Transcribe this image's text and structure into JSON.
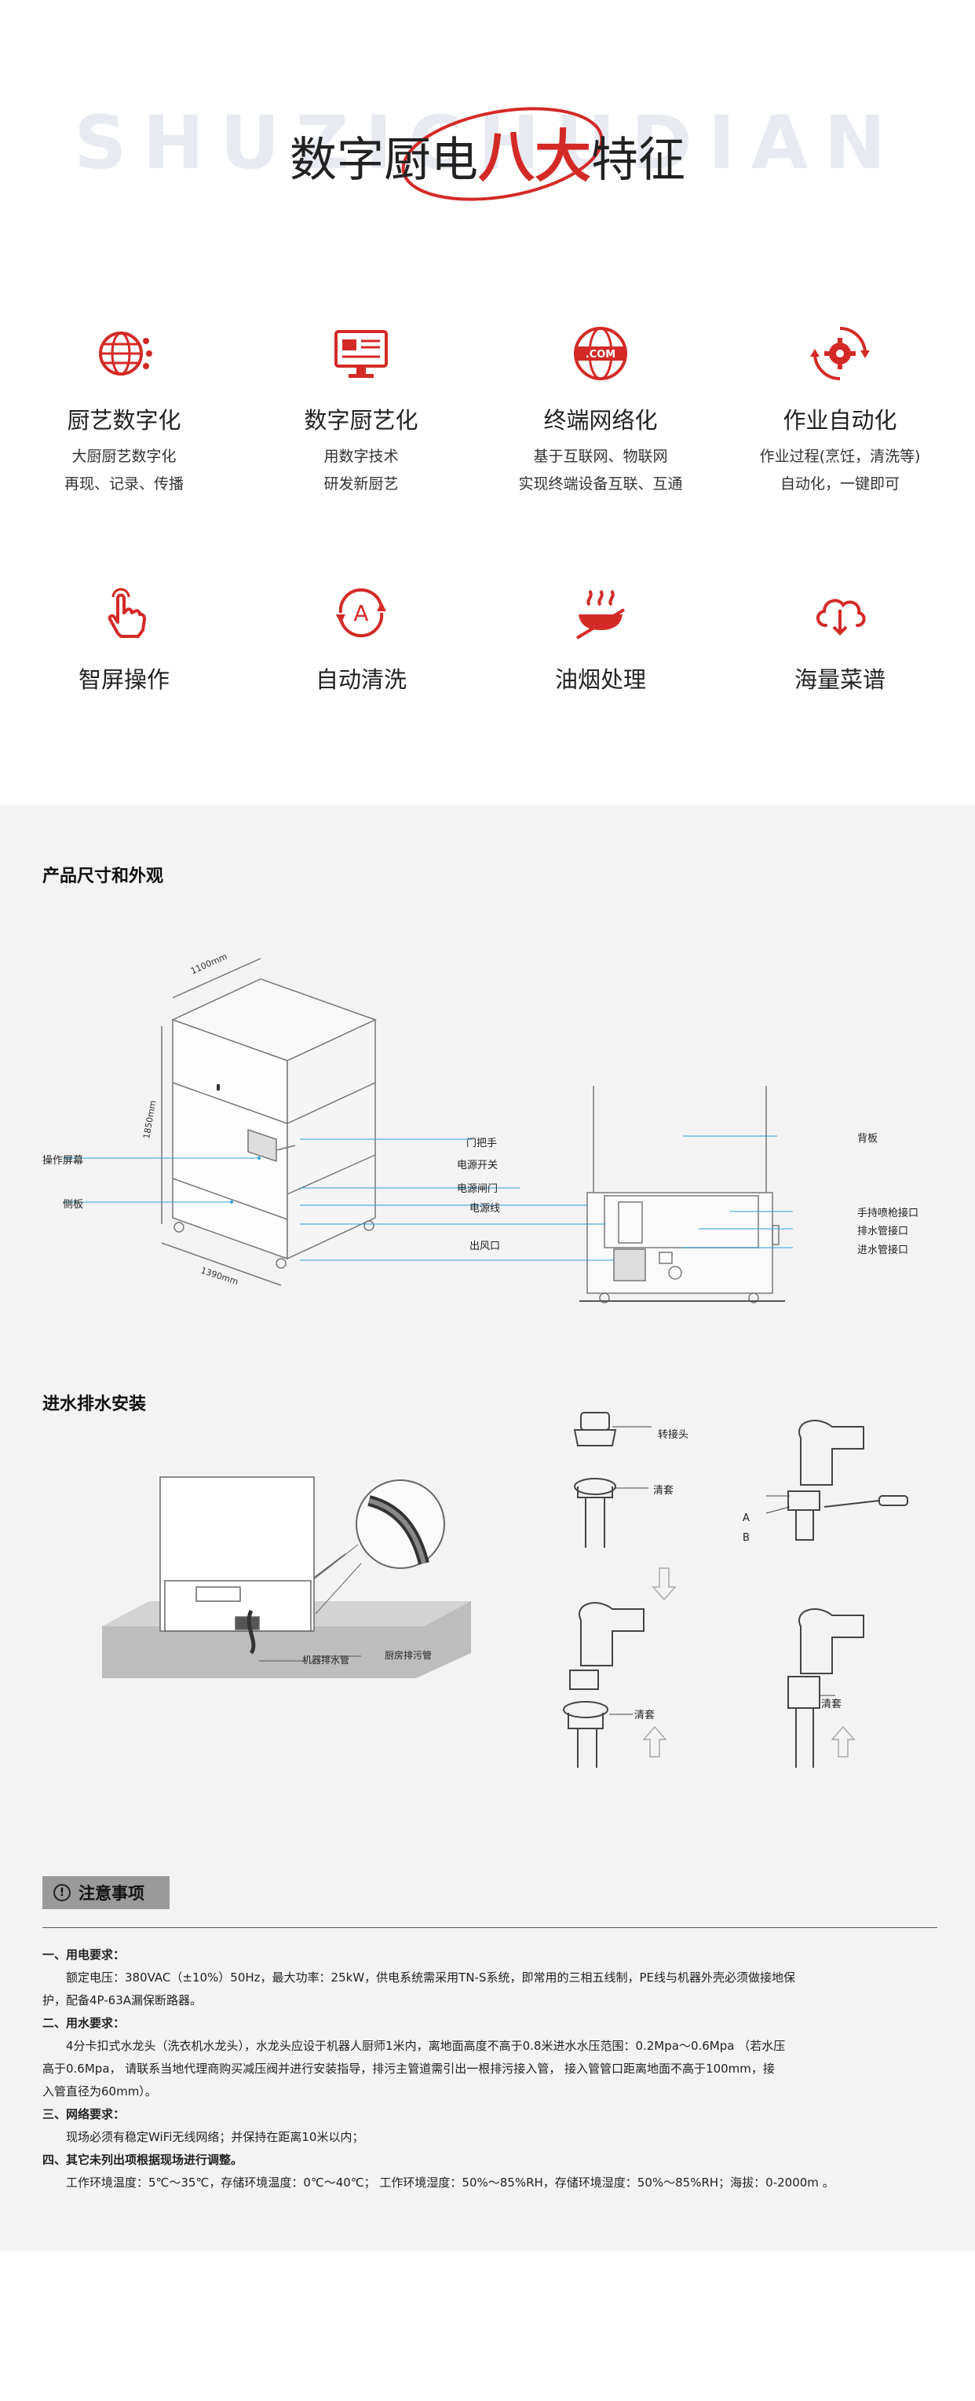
{
  "hero": {
    "bg_text": "SHUZICHUDIAN",
    "title_pre": "数字厨电",
    "title_accent": "八大",
    "title_post": "特征"
  },
  "features": [
    {
      "title": "厨艺数字化",
      "desc1": "大厨厨艺数字化",
      "desc2": "再现、记录、传播",
      "icon": "globe-network-icon"
    },
    {
      "title": "数字厨艺化",
      "desc1": "用数字技术",
      "desc2": "研发新厨艺",
      "icon": "monitor-data-icon"
    },
    {
      "title": "终端网络化",
      "desc1": "基于互联网、物联网",
      "desc2": "实现终端设备互联、互通",
      "icon": "dotcom-globe-icon"
    },
    {
      "title": "作业自动化",
      "desc1": "作业过程(烹饪，清洗等)",
      "desc2": "自动化，一键即可",
      "icon": "gear-cycle-icon"
    },
    {
      "title": "智屏操作",
      "desc1": "",
      "desc2": "",
      "icon": "touch-hand-icon"
    },
    {
      "title": "自动清洗",
      "desc1": "",
      "desc2": "",
      "icon": "auto-clean-icon"
    },
    {
      "title": "油烟处理",
      "desc1": "",
      "desc2": "",
      "icon": "fume-pan-icon"
    },
    {
      "title": "海量菜谱",
      "desc1": "",
      "desc2": "",
      "icon": "cloud-download-icon"
    }
  ],
  "dimensions": {
    "section_title": "产品尺寸和外观",
    "dim_width": "1100mm",
    "dim_height": "1850mm",
    "dim_depth": "1390mm",
    "left_labels": {
      "screen": "操作屏幕",
      "side": "侧板"
    },
    "mid_labels": [
      "门把手",
      "电源开关",
      "电源闸门",
      "电源线",
      "出风口"
    ],
    "right_labels": [
      "背板",
      "手持喷枪接口",
      "排水管接口",
      "进水管接口"
    ]
  },
  "water": {
    "section_title": "进水排水安装",
    "left_labels": {
      "drain": "机器排水管",
      "floor_drain": "厨房排污管"
    },
    "labels": {
      "adapter": "转接头",
      "sleeve1": "清套",
      "sleeve2": "清套",
      "sleeve3": "清套",
      "a": "A",
      "b": "B"
    }
  },
  "notice": {
    "badge": "注意事项",
    "icon": "exclamation-circle-icon",
    "h1": "一、用电要求：",
    "p1": "额定电压：380VAC（±10%）50Hz，最大功率：25kW，供电系统需采用TN-S系统，即常用的三相五线制，PE线与机器外壳必须做接地保",
    "p1b": "护，配备4P-63A漏保断路器。",
    "h2": "二、用水要求：",
    "p2": "4分卡扣式水龙头（洗衣机水龙头），水龙头应设于机器人厨师1米内，离地面高度不高于0.8米进水水压范围：0.2Mpa～0.6Mpa （若水压",
    "p2b": "高于0.6Mpa， 请联系当地代理商购买减压阀并进行安装指导，排污主管道需引出一根排污接入管， 接入管管口距离地面不高于100mm，接",
    "p2c": "入管直径为60mm）。",
    "h3": "三、网络要求：",
    "p3": "现场必须有稳定WiFi无线网络；并保持在距离10米以内；",
    "h4": "四、其它未列出项根据现场进行调整。",
    "p4": "工作环境温度：5℃～35℃，存储环境温度：0℃～40℃； 工作环境湿度：50%～85%RH，存储环境湿度：50%～85%RH；海拔：0-2000m 。"
  },
  "colors": {
    "accent": "#d42a26",
    "grey_bg": "#f3f3f3",
    "badge": "#9a9a9a",
    "line_blue": "#2aa0d8"
  }
}
